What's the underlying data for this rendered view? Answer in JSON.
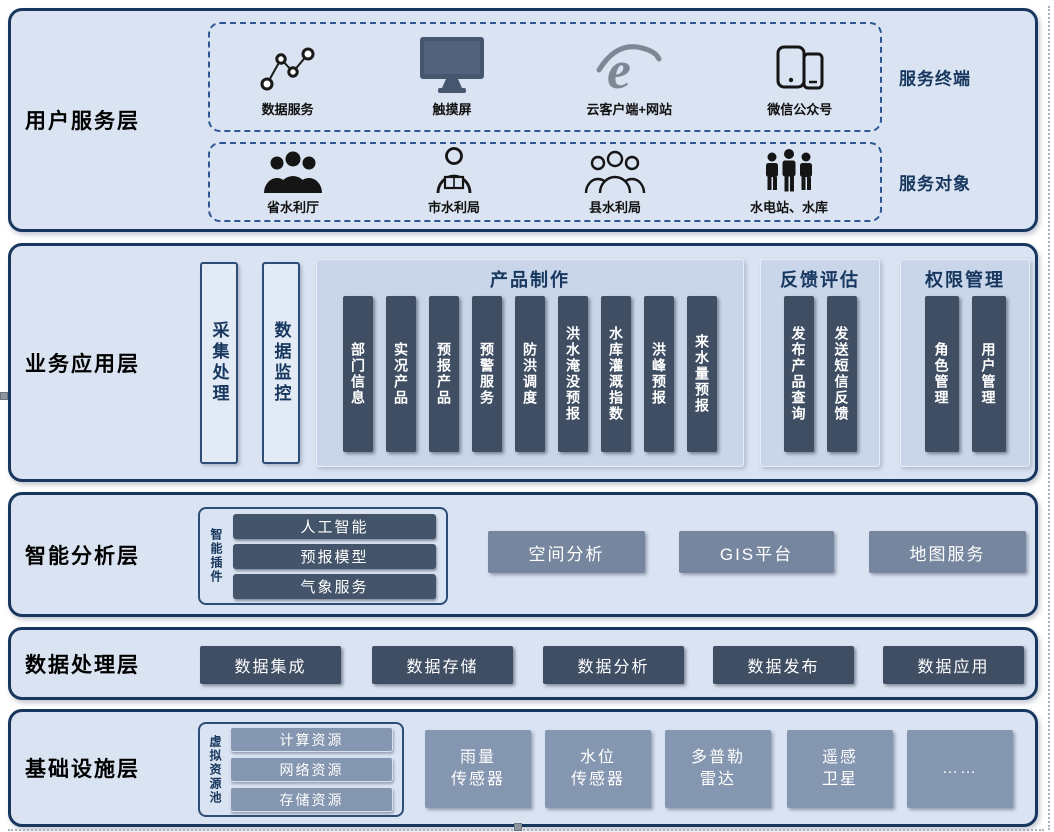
{
  "colors": {
    "layer_bg": "#d9e3f1",
    "layer_border": "#17375e",
    "dark_box": "#3f4e63",
    "medium_box": "#76869e",
    "light_medium_box": "#8496b0",
    "panel_bg": "#c9d6ea",
    "dashed_border": "#2f5597"
  },
  "layers": {
    "user_service": {
      "title": "用户服务层",
      "terminal_group": {
        "label": "服务终端",
        "items": [
          {
            "icon": "data-service-icon",
            "label": "数据服务"
          },
          {
            "icon": "touch-screen-icon",
            "label": "触摸屏"
          },
          {
            "icon": "cloud-client-browser-icon",
            "label": "云客户端+网站"
          },
          {
            "icon": "wechat-account-devices-icon",
            "label": "微信公众号"
          }
        ]
      },
      "target_group": {
        "label": "服务对象",
        "items": [
          {
            "icon": "people-solid-icon",
            "label": "省水利厅"
          },
          {
            "icon": "person-outline-icon",
            "label": "市水利局"
          },
          {
            "icon": "people-outline-icon",
            "label": "县水利局"
          },
          {
            "icon": "standing-figures-icon",
            "label": "水电站、水库"
          }
        ]
      }
    },
    "business_app": {
      "title": "业务应用层",
      "collect_box": "采集处理",
      "monitor_box": "数据监控",
      "product_group": {
        "title": "产品制作",
        "items": [
          "部门信息",
          "实况产品",
          "预报产品",
          "预警服务",
          "防洪调度",
          "洪水淹没预报",
          "水库灌溉指数",
          "洪峰预报",
          "来水量预报"
        ]
      },
      "feedback_group": {
        "title": "反馈评估",
        "items": [
          "发布产品查询",
          "发送短信反馈"
        ]
      },
      "permission_group": {
        "title": "权限管理",
        "items": [
          "角色管理",
          "用户管理"
        ]
      }
    },
    "intelligent_analysis": {
      "title": "智能分析层",
      "plugin_group": {
        "label": "智能插件",
        "items": [
          "人工智能",
          "预报模型",
          "气象服务"
        ]
      },
      "boxes": [
        "空间分析",
        "GIS平台",
        "地图服务"
      ]
    },
    "data_processing": {
      "title": "数据处理层",
      "boxes": [
        "数据集成",
        "数据存储",
        "数据分析",
        "数据发布",
        "数据应用"
      ]
    },
    "infrastructure": {
      "title": "基础设施层",
      "pool_group": {
        "label": "虚拟资源池",
        "items": [
          "计算资源",
          "网络资源",
          "存储资源"
        ]
      },
      "boxes": [
        "雨量\n传感器",
        "水位\n传感器",
        "多普勒\n雷达",
        "遥感\n卫星",
        "……"
      ]
    }
  }
}
